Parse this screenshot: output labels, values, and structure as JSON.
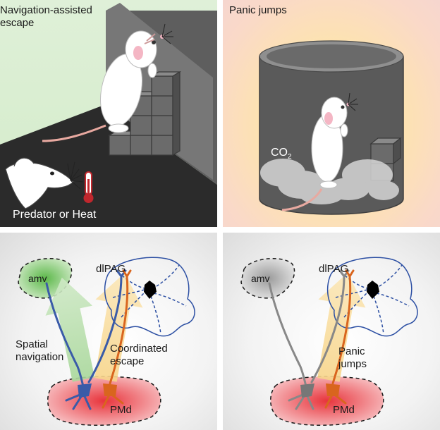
{
  "panels": {
    "navigation": {
      "title": "Navigation-assisted\nescape",
      "threat_label": "Predator or Heat",
      "icons": [
        "rat-head-icon",
        "thermometer-icon",
        "mouse-icon",
        "stairs-icon"
      ]
    },
    "panic": {
      "title": "Panic jumps",
      "gas_label": "CO",
      "gas_subscript": "2",
      "icons": [
        "cylinder-chamber-icon",
        "mouse-icon",
        "gas-cloud-icon",
        "block-icon"
      ]
    }
  },
  "circuits": {
    "left": {
      "amv": "amv",
      "dlpag": "dlPAG",
      "pmd": "PMd",
      "pathway_1": "Spatial\nnavigation",
      "pathway_2": "Coordinated\nescape"
    },
    "right": {
      "amv": "amv",
      "dlpag": "dlPAG",
      "pmd": "PMd",
      "pathway": "Panic\njumps"
    }
  },
  "colors": {
    "navigation_bg": "#d8edce",
    "panic_bg": "#fde3b0",
    "amv_active": "#5cb84a",
    "pmd_active": "#e8343c",
    "neuron_blue": "#3a5ba8",
    "neuron_orange": "#d9651e",
    "neuron_gray": "#888888",
    "pag_outline": "#2c4fa3"
  }
}
